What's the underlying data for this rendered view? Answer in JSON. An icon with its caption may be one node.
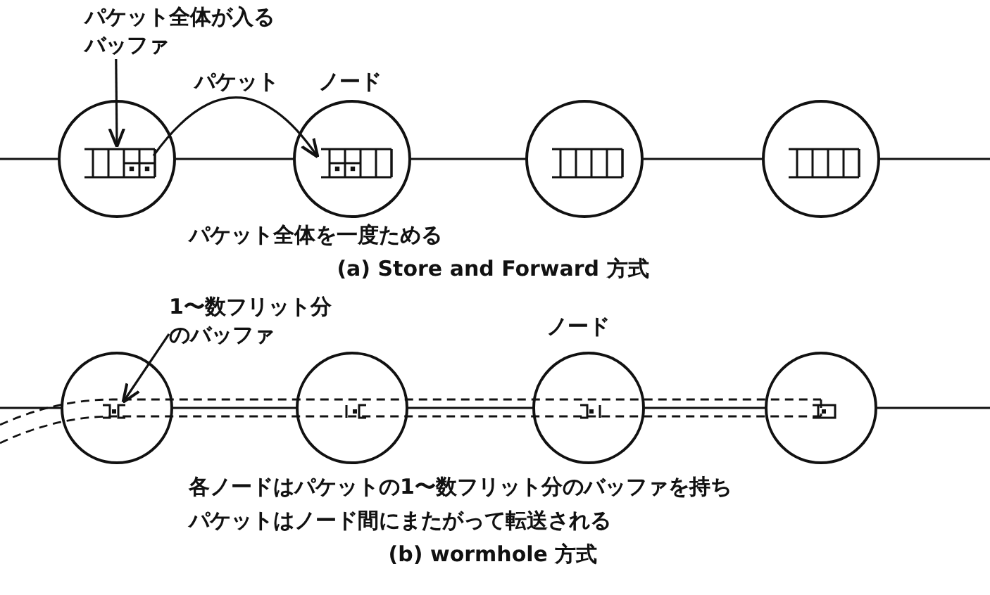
{
  "diagram": {
    "nodes": [
      {
        "text": [
          "パケット全体が入るバッファ"
        ]
      },
      {
        "text": [],
        "shape": "circle"
      },
      {
        "text": [],
        "shape": "box",
        "in": 1
      },
      {
        "text": [],
        "shape": "circle"
      },
      {
        "text": [],
        "shape": "box",
        "in": 3
      },
      {
        "text": [],
        "shape": "circle"
      },
      {
        "text": [],
        "shape": "box",
        "in": 5
      },
      {
        "text": [],
        "shape": "circle"
      },
      {
        "text": [],
        "shape": "box",
        "in": 7
      },
      {
        "text": [
          "1〜数フリット分のバッファ"
        ]
      },
      {
        "text": [],
        "shape": "circle"
      },
      {
        "text": [],
        "shape": "box",
        "in": 10
      },
      {
        "text": [],
        "shape": "circle"
      },
      {
        "text": [],
        "shape": "box",
        "in": 12
      },
      {
        "text": [],
        "shape": "circle"
      },
      {
        "text": [],
        "shape": "box",
        "in": 14
      },
      {
        "text": [],
        "shape": "circle"
      },
      {
        "text": [],
        "shape": "box",
        "in": 16
      }
    ],
    "edges": [
      {
        "from": null,
        "to": 1,
        "arrow": "none"
      },
      {
        "from": 1,
        "to": 3,
        "arrow": "none"
      },
      {
        "from": 3,
        "to": 5,
        "arrow": "none"
      },
      {
        "from": 5,
        "to": 7,
        "arrow": "none"
      },
      {
        "from": 7,
        "to": null,
        "arrow": "none"
      },
      {
        "from": 0,
        "to": 2,
        "arrow": "to"
      },
      {
        "from": 2,
        "to": 4,
        "arrow": "to",
        "label": "パケット"
      },
      {
        "from": null,
        "to": 10,
        "arrow": "none"
      },
      {
        "from": 10,
        "to": 12,
        "arrow": "none"
      },
      {
        "from": 12,
        "to": 14,
        "arrow": "none"
      },
      {
        "from": 14,
        "to": 16,
        "arrow": "none"
      },
      {
        "from": 16,
        "to": null,
        "arrow": "none"
      },
      {
        "from": 9,
        "to": 11,
        "arrow": "to"
      }
    ],
    "labels": [
      "ノード",
      "パケット全体を一度ためる",
      "(a) Store and Forward 方式",
      "ノード",
      "各ノードはパケットの1〜数フリット分のバッファを持ち",
      "パケットはノード間にまたがって転送される",
      "(b) wormhole 方式"
    ]
  }
}
